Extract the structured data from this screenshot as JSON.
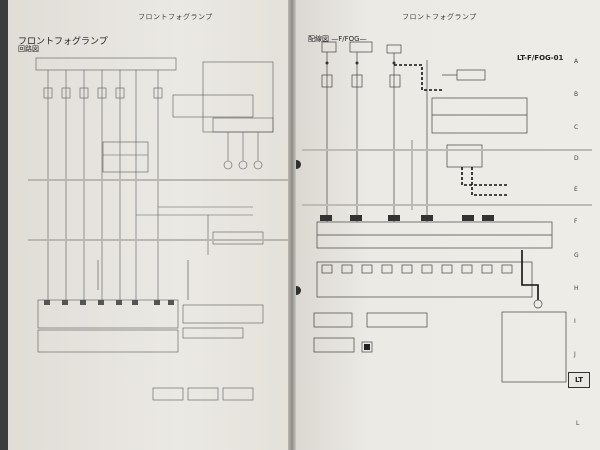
{
  "left_page": {
    "header": "フロントフォグランプ",
    "section_title": "フロントフォグランプ",
    "subsection_title": "回路図"
  },
  "right_page": {
    "header": "フロントフォグランプ",
    "section_title": "配線図 —F/FOG—",
    "diagram_code": "LT-F/FOG-01",
    "side_letters": [
      "A",
      "B",
      "C",
      "D",
      "E",
      "F",
      "G",
      "H",
      "I",
      "J"
    ],
    "side_tab": "LT",
    "bottom_letter": "L"
  }
}
